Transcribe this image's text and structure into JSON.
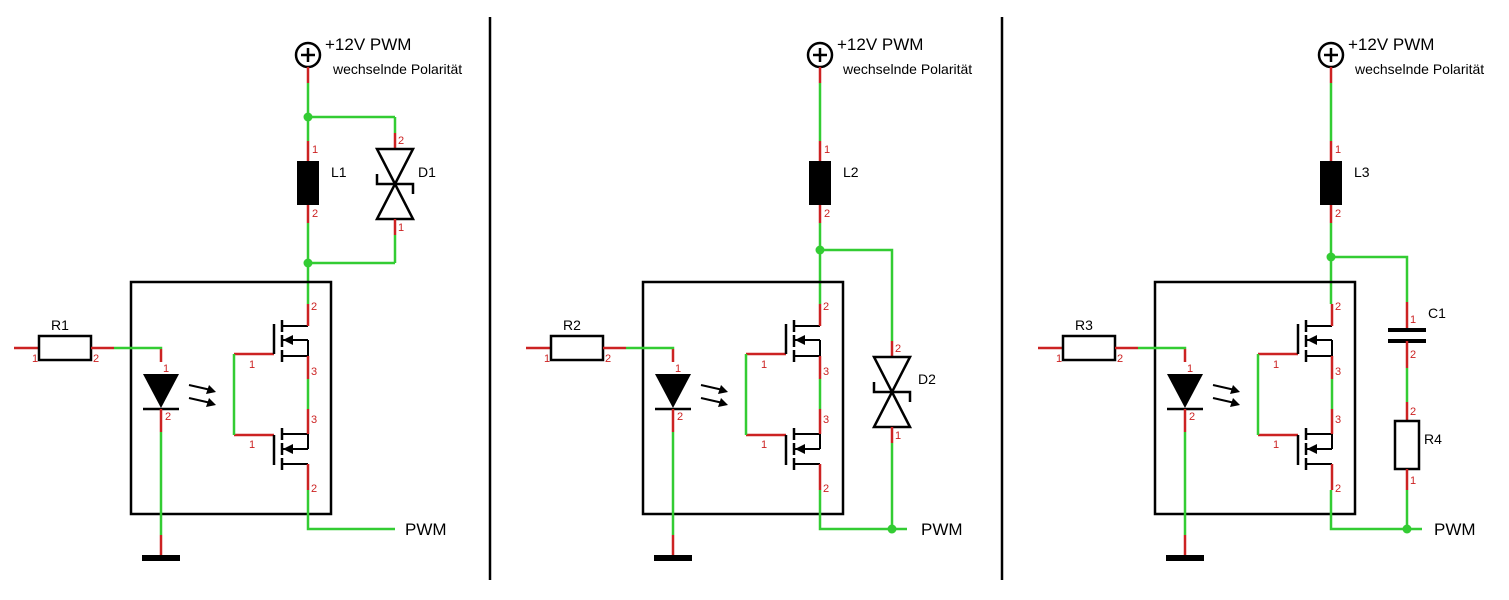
{
  "supply_label": "+12V  PWM",
  "polarity_label": "wechselnde Polarität",
  "output_label": "PWM",
  "panels": [
    {
      "resistor": "R1",
      "inductor": "L1",
      "tvs": "D1"
    },
    {
      "resistor": "R2",
      "inductor": "L2",
      "tvs": "D2"
    },
    {
      "resistor": "R3",
      "inductor": "L3",
      "capacitor": "C1",
      "resistor_snubber": "R4"
    }
  ],
  "pins": {
    "one": "1",
    "two": "2",
    "three": "3"
  },
  "colors": {
    "wire": "#33cc33",
    "pin_lead": "#cc2222",
    "component": "#000000",
    "background": "#ffffff"
  },
  "icons": {
    "supply": "plus-in-circle",
    "ground": "ground-bar",
    "led": "led-with-arrows",
    "mosfet": "mosfet-symbol"
  }
}
